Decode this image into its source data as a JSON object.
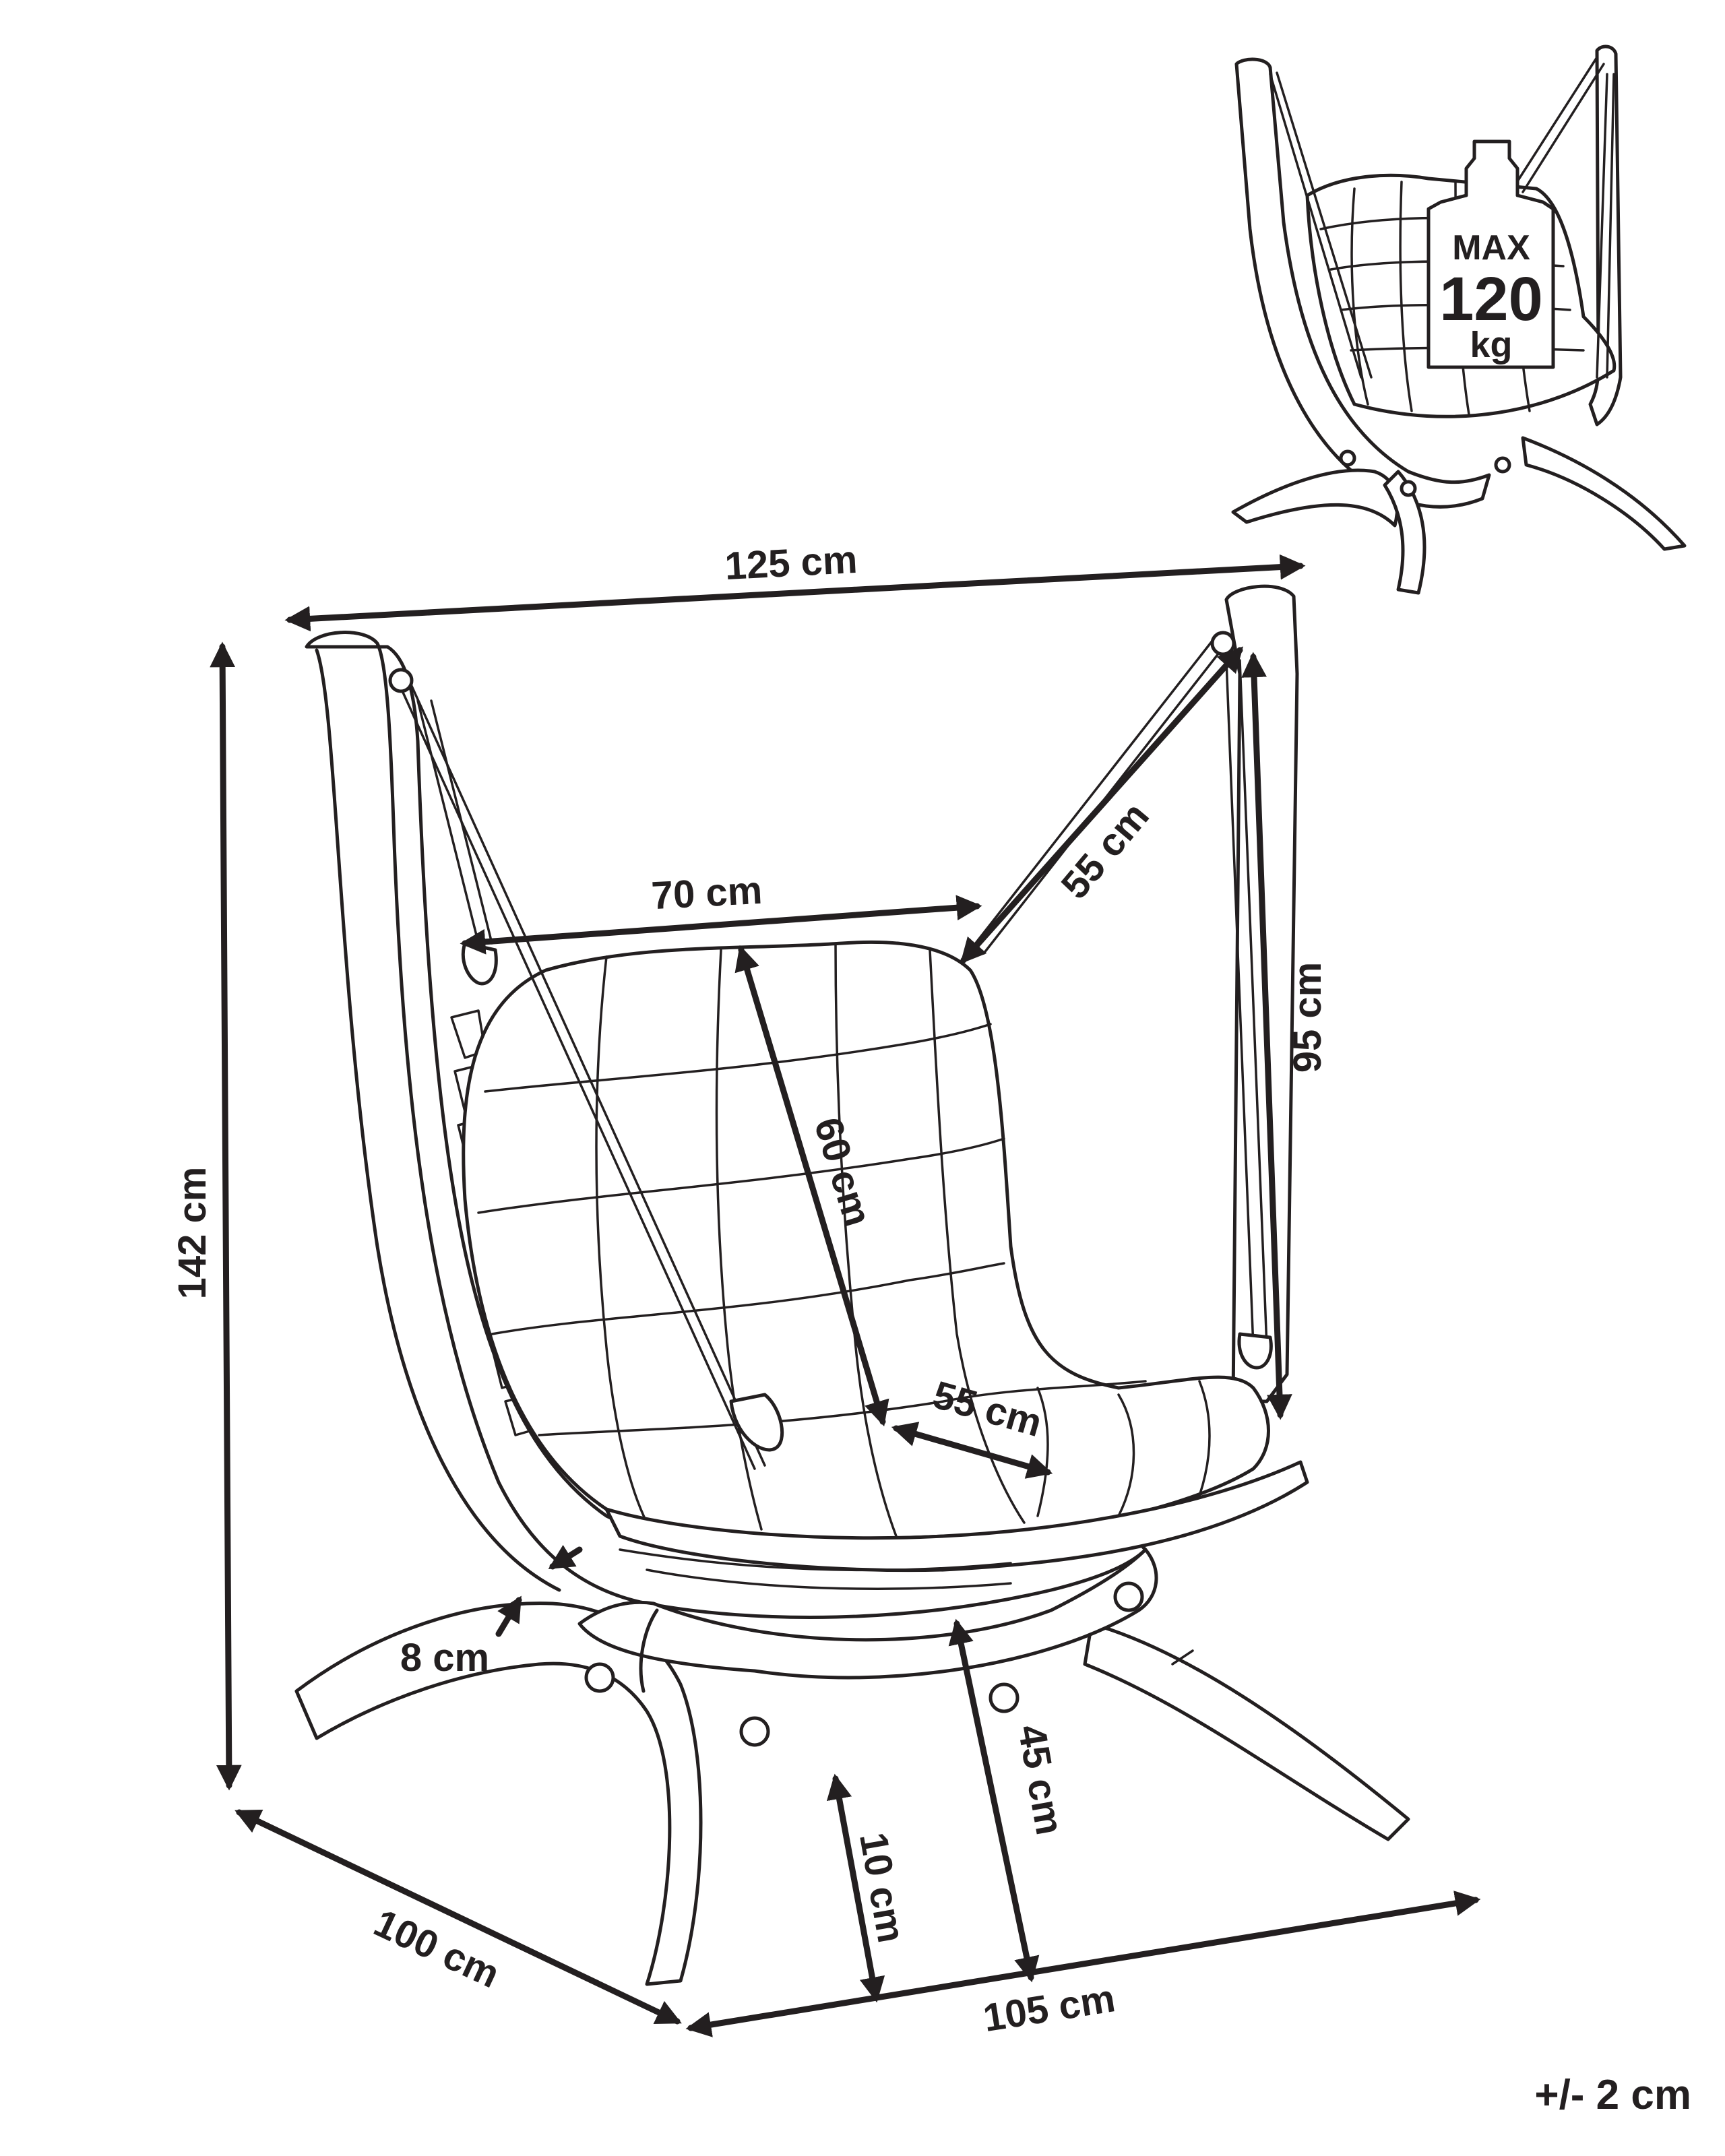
{
  "dimensions": {
    "width_top": "125 cm",
    "height_total": "142 cm",
    "seat_width": "70 cm",
    "strap_length": "55 cm",
    "hang_height": "95 cm",
    "backrest_height": "60 cm",
    "seat_depth": "55 cm",
    "frame_thickness": "8 cm",
    "ground_clearance": "10 cm",
    "seat_height": "45 cm",
    "base_depth": "100 cm",
    "base_width": "105 cm"
  },
  "max_load": {
    "label": "MAX",
    "value": "120",
    "unit": "kg"
  },
  "tolerance": "+/- 2 cm"
}
